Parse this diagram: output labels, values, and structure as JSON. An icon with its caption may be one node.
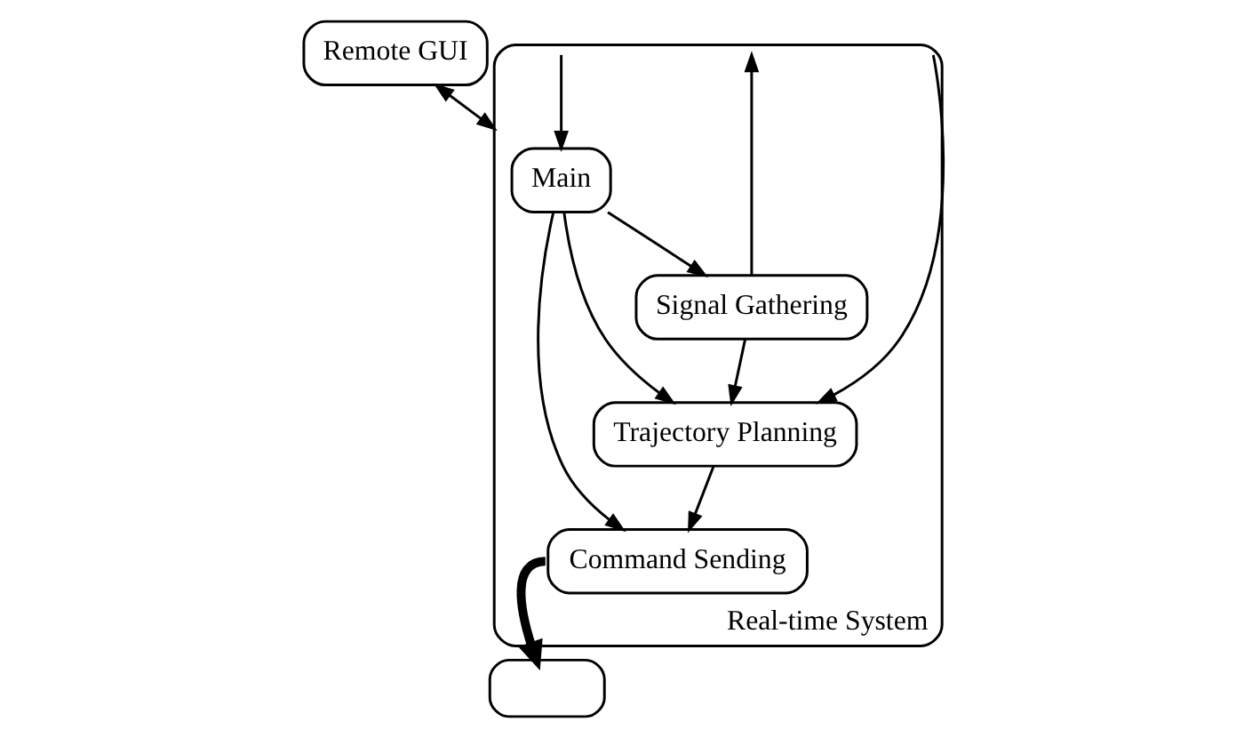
{
  "diagram": {
    "nodes": [
      {
        "text": [
          "Remote GUI"
        ]
      },
      {
        "text": [
          "Real-time System"
        ]
      },
      {
        "text": [
          "Main"
        ],
        "in": 1
      },
      {
        "text": [
          "Signal Gathering"
        ],
        "in": 1
      },
      {
        "text": [
          "Trajectory Planning"
        ],
        "in": 1
      },
      {
        "text": [
          "Command Sending"
        ],
        "in": 1
      },
      {
        "text": [],
        "shape": "box"
      }
    ],
    "edges": [
      {
        "from": 0,
        "to": 1,
        "arrow": "both"
      },
      {
        "from": 1,
        "to": 2,
        "arrow": "to"
      },
      {
        "from": 3,
        "to": 1,
        "arrow": "to"
      },
      {
        "from": 2,
        "to": 3,
        "arrow": "to"
      },
      {
        "from": 2,
        "to": 4,
        "arrow": "to"
      },
      {
        "from": 2,
        "to": 5,
        "arrow": "to"
      },
      {
        "from": 3,
        "to": 4,
        "arrow": "to"
      },
      {
        "from": 1,
        "to": 4,
        "arrow": "to"
      },
      {
        "from": 4,
        "to": 5,
        "arrow": "to"
      },
      {
        "from": 5,
        "to": 6,
        "arrow": "to",
        "style": "thick"
      }
    ]
  }
}
